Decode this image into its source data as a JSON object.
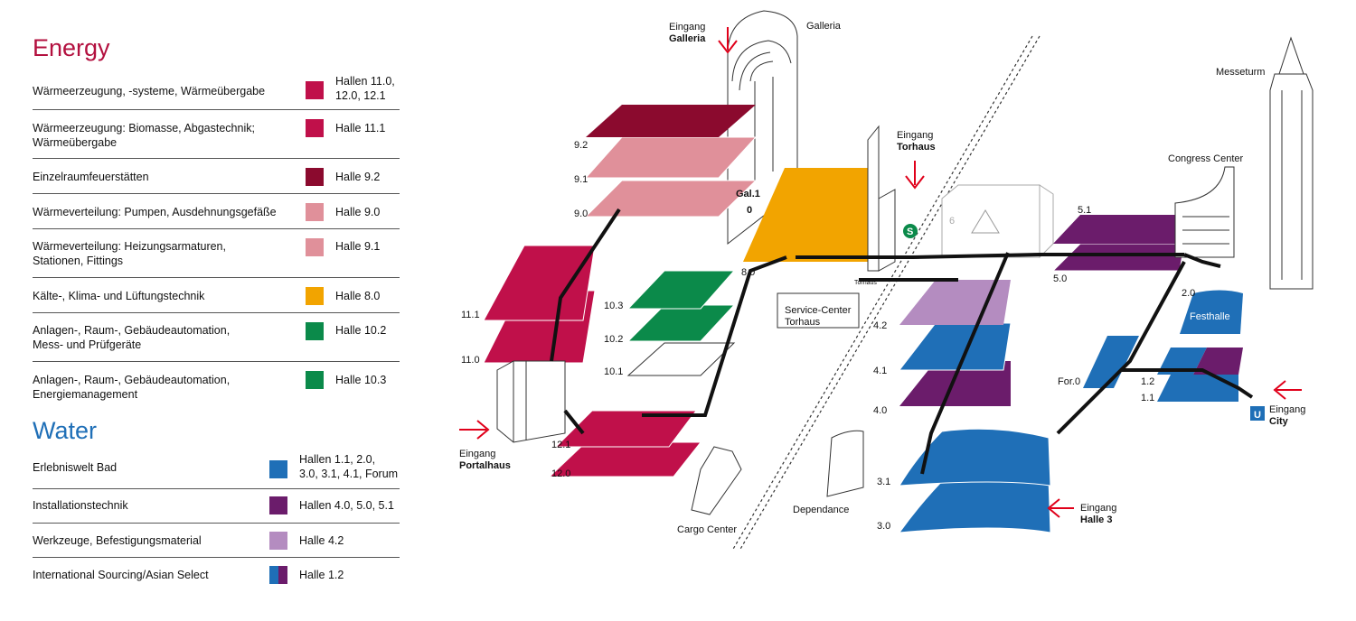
{
  "energy": {
    "title": "Energy",
    "rows": [
      {
        "label": "Wärmeerzeugung, -systeme, Wärmeübergabe",
        "hall": "Hallen 11.0,\n12.0, 12.1",
        "colors": [
          "#c0104a"
        ]
      },
      {
        "label": "Wärmeerzeugung: Biomasse, Abgastechnik;\nWärmeübergabe",
        "hall": "Halle 11.1",
        "colors": [
          "#c0104a"
        ]
      },
      {
        "label": "Einzelraumfeuerstätten",
        "hall": "Halle 9.2",
        "colors": [
          "#8b0a2e"
        ]
      },
      {
        "label": "Wärmeverteilung: Pumpen, Ausdehnungsgefäße",
        "hall": "Halle 9.0",
        "colors": [
          "#e0909a"
        ]
      },
      {
        "label": "Wärmeverteilung: Heizungsarmaturen,\nStationen, Fittings",
        "hall": "Halle 9.1",
        "colors": [
          "#e0909a"
        ]
      },
      {
        "label": "Kälte-, Klima- und Lüftungstechnik",
        "hall": "Halle 8.0",
        "colors": [
          "#f2a400"
        ]
      },
      {
        "label": "Anlagen-, Raum-, Gebäudeautomation,\nMess- und Prüfgeräte",
        "hall": "Halle 10.2",
        "colors": [
          "#0b8a4a"
        ]
      },
      {
        "label": "Anlagen-, Raum-, Gebäudeautomation,\nEnergiemanagement",
        "hall": "Halle 10.3",
        "colors": [
          "#0b8a4a"
        ]
      }
    ]
  },
  "water": {
    "title": "Water",
    "rows": [
      {
        "label": "Erlebniswelt Bad",
        "hall": "Hallen 1.1, 2.0,\n3.0, 3.1, 4.1, Forum",
        "colors": [
          "#1f6fb7"
        ]
      },
      {
        "label": "Installationstechnik",
        "hall": "Hallen 4.0, 5.0, 5.1",
        "colors": [
          "#6b1c6b"
        ]
      },
      {
        "label": "Werkzeuge, Befestigungsmaterial",
        "hall": "Halle 4.2",
        "colors": [
          "#b48cc0"
        ]
      },
      {
        "label": "International Sourcing/Asian Select",
        "hall": "Halle 1.2",
        "colors": [
          "#1f6fb7",
          "#6b1c6b"
        ]
      }
    ]
  },
  "map": {
    "labels": {
      "eingang_galleria_1": "Eingang",
      "eingang_galleria_2": "Galleria",
      "galleria": "Galleria",
      "eingang_torhaus_1": "Eingang",
      "eingang_torhaus_2": "Torhaus",
      "messeturm": "Messeturm",
      "congress_center": "Congress Center",
      "h9_2": "9.2",
      "h9_1": "9.1",
      "h9_0": "9.0",
      "gal1": "Gal.1",
      "gal0": "0",
      "h11_1": "11.1",
      "h11_0": "11.0",
      "h10_3": "10.3",
      "h10_2": "10.2",
      "h10_1": "10.1",
      "h8_0": "8.0",
      "torhaus_small": "Torhaus",
      "service_center_1": "Service-Center",
      "service_center_2": "Torhaus",
      "h6": "6",
      "h5_1": "5.1",
      "h5_0": "5.0",
      "h4_2": "4.2",
      "h4_1": "4.1",
      "h4_0": "4.0",
      "h2_0": "2.0",
      "festhalle": "Festhalle",
      "for0": "For.0",
      "h1_2": "1.2",
      "h1_1": "1.1",
      "eingang_city_1": "Eingang",
      "eingang_city_2": "City",
      "h12_1": "12.1",
      "h12_0": "12.0",
      "eingang_portal_1": "Eingang",
      "eingang_portal_2": "Portalhaus",
      "cargo_center": "Cargo Center",
      "dependance": "Dependance",
      "h3_1": "3.1",
      "h3_0": "3.0",
      "eingang_h3_1": "Eingang",
      "eingang_h3_2": "Halle 3",
      "s_bahn": "S",
      "u_bahn": "U"
    },
    "colors": {
      "crimson": "#c0104a",
      "darkred": "#8b0a2e",
      "pink": "#e0909a",
      "orange": "#f2a400",
      "green": "#0b8a4a",
      "blue": "#1f6fb7",
      "purple": "#6b1c6b",
      "lilac": "#b48cc0",
      "arrow": "#e0001a"
    }
  }
}
